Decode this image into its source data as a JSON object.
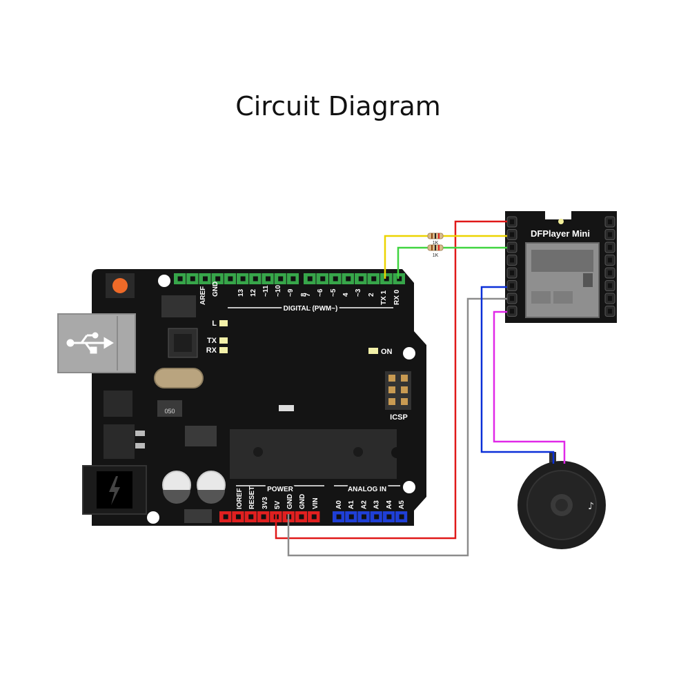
{
  "title": "Circuit Diagram",
  "arduino": {
    "digital_pins": [
      "AREF",
      "GND",
      "13",
      "12",
      "~11",
      "~10",
      "~9",
      "8",
      "7",
      "~6",
      "~5",
      "4",
      "~3",
      "2",
      "TX 1",
      "RX 0"
    ],
    "digital_header": "DIGITAL (PWM~)",
    "led_labels": [
      "L",
      "TX",
      "RX"
    ],
    "on_label": "ON",
    "icsp_label": "ICSP",
    "chip_marking": "050",
    "power_header": "POWER",
    "power_pins": [
      "IOREF",
      "RESET",
      "3V3",
      "5V",
      "GND",
      "GND",
      "VIN"
    ],
    "analog_header": "ANALOG IN",
    "analog_pins": [
      "A0",
      "A1",
      "A2",
      "A3",
      "A4",
      "A5"
    ]
  },
  "module": {
    "name": "DFPlayer Mini"
  },
  "resistors": [
    "1K",
    "1K"
  ],
  "colors": {
    "board": "#141414",
    "header_green": "#37a64a",
    "header_red": "#e02020",
    "header_blue": "#1f3fd6",
    "wire_red": "#e01818",
    "wire_yellow": "#ecd400",
    "wire_green": "#3fd43f",
    "wire_blue": "#0a2fd8",
    "wire_gray": "#8c8c8c",
    "wire_magenta": "#e028e8"
  }
}
